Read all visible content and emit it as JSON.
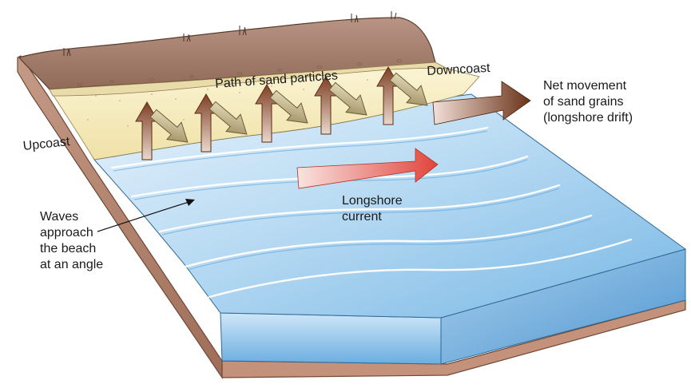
{
  "labels": {
    "path_of_sand": "Path of sand particles",
    "downcoast": "Downcoast",
    "upcoast": "Upcoast",
    "net_movement": [
      "Net movement",
      "of sand grains",
      "(longshore drift)"
    ],
    "waves": [
      "Waves",
      "approach",
      "the beach",
      "at an angle"
    ],
    "longshore_current": [
      "Longshore",
      "current"
    ]
  },
  "colors": {
    "water_light": "#e4f1fb",
    "water_mid": "#a9d2ef",
    "water_deep": "#5fa6dc",
    "sand": "#f6edbf",
    "cliff": "#a98574",
    "cliff_dark": "#7d5a48",
    "bedrock_side": "#b3806b",
    "up_arrow": "#8a4f33",
    "swash_arrow": "#a39267",
    "current_arrow": "#e35147",
    "drift_arrow": "#6d3419"
  },
  "icons": {
    "up_arrows": "up-arrow-icon",
    "swash_arrows": "diagonal-arrow-icon",
    "current_arrow": "right-arrow-icon",
    "drift_arrow": "right-arrow-icon"
  }
}
